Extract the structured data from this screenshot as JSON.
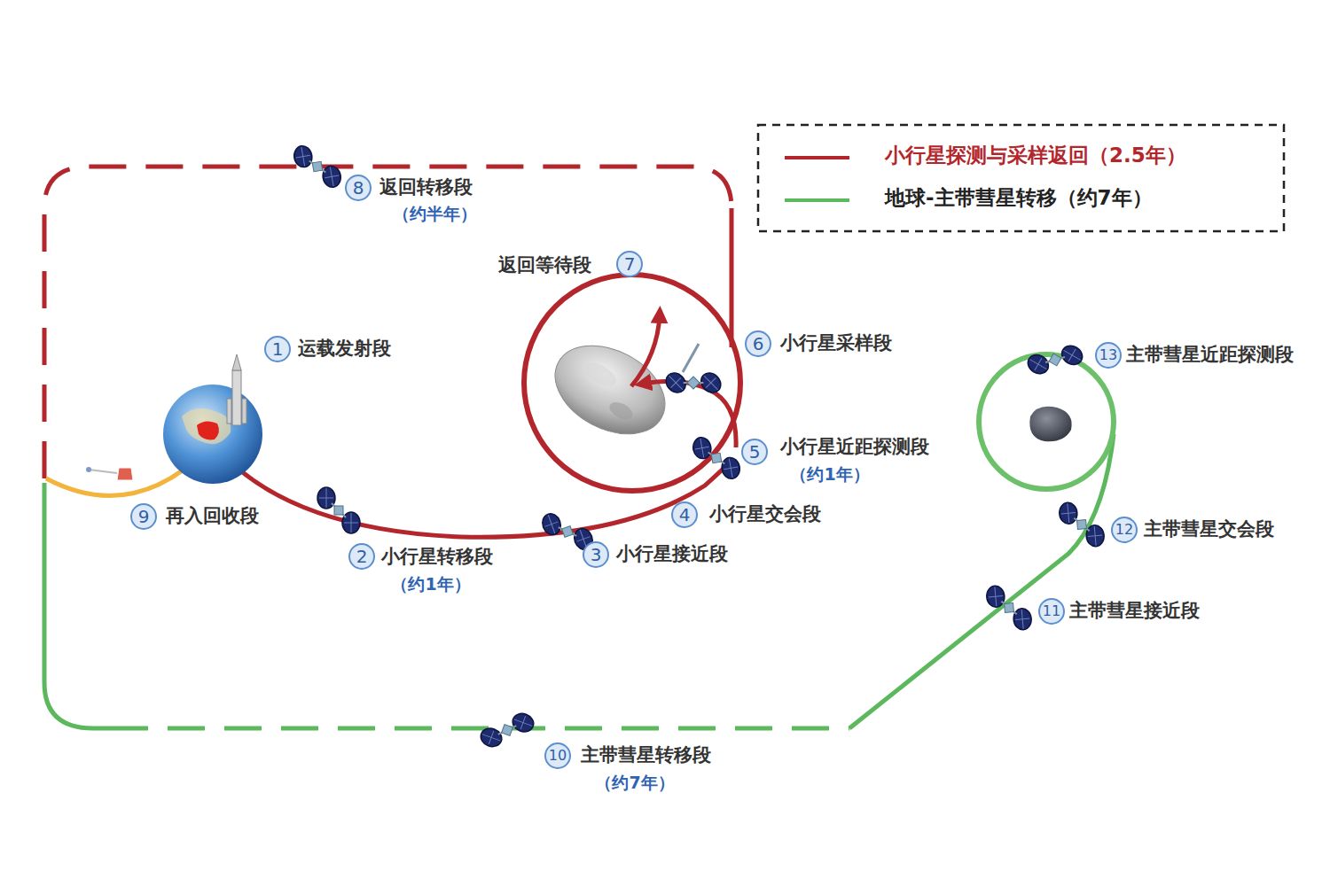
{
  "diagram": {
    "labels": [
      "8",
      "返回转移段",
      "（约半年）",
      "返回等待段",
      "7",
      "1",
      "运载发射段",
      "6",
      "小行星采样段",
      "13",
      "主带彗星近距探测段",
      "5",
      "小行星近距探测段",
      "（约1年）",
      "4",
      "小行星交会段",
      "9",
      "再入回收段",
      "12",
      "主带彗星交会段",
      "2",
      "小行星转移段",
      "（约1年）",
      "3",
      "小行星接近段",
      "11",
      "主带彗星接近段",
      "10",
      "主带彗星转移段",
      "（约7年）"
    ],
    "legend": [
      {
        "text": "小行星探测与采样返回（2.5年）"
      },
      {
        "text": "地球-主带彗星转移（约7年）"
      }
    ]
  }
}
